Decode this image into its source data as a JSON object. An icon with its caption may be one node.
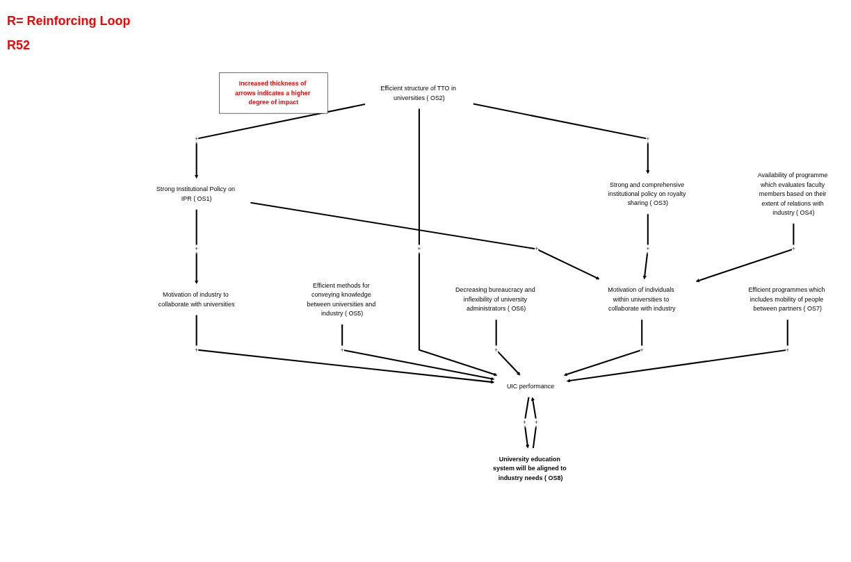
{
  "diagram": {
    "nodes": [
      {
        "text": [
          "Increased thickness of arrows indicates a higher degree of impact"
        ]
      },
      {
        "text": [
          "Motivation of industry to collaborate with universities"
        ]
      },
      {
        "text": [
          "Efficient methods for conveying knowledge between universities and industry ( OS5)"
        ]
      },
      {
        "text": [
          "Strong Institutional Policy on IPR ( OS1)"
        ]
      },
      {
        "text": [
          "UIC performance"
        ]
      },
      {
        "text": [
          "Efficient structure of TTO in universities ( OS2)"
        ]
      },
      {
        "text": [
          "Strong and comprehensive institutional policy on royalty sharing ( OS3)"
        ]
      },
      {
        "text": [
          "Decreasing bureaucracy and inflexibility of university administrators ( OS6)"
        ]
      },
      {
        "text": [
          "Motivation of individuals within universities to collaborate with industry"
        ]
      },
      {
        "text": [
          "Availability of programme which evaluates faculty members based on their extent of relations with industry ( OS4)"
        ]
      },
      {
        "text": [
          "Efficient programmes which includes mobility of people between partners ( OS7)"
        ]
      },
      {
        "text": [
          "University education system will be aligned to industry needs ( OS8)"
        ]
      }
    ],
    "edges": [
      {
        "from": 5,
        "to": 6,
        "arrow": "to",
        "label": "+"
      },
      {
        "from": 5,
        "to": 3,
        "arrow": "to",
        "label": "+"
      },
      {
        "from": 3,
        "to": 1,
        "arrow": "to",
        "label": "+"
      },
      {
        "from": 1,
        "to": 4,
        "arrow": "to",
        "label": "+"
      },
      {
        "from": 2,
        "to": 4,
        "arrow": "to",
        "label": "+"
      },
      {
        "from": 5,
        "to": 4,
        "arrow": "to",
        "label": "+"
      },
      {
        "from": 7,
        "to": 4,
        "arrow": "to",
        "label": "+"
      },
      {
        "from": 3,
        "to": 8,
        "arrow": "to",
        "label": "+"
      },
      {
        "from": 6,
        "to": 8,
        "arrow": "to",
        "label": "+"
      },
      {
        "from": 8,
        "to": 4,
        "arrow": "to",
        "label": "+"
      },
      {
        "from": 9,
        "to": 8,
        "arrow": "to",
        "label": "+"
      },
      {
        "from": 10,
        "to": 4,
        "arrow": "to",
        "label": "+"
      },
      {
        "from": 4,
        "to": 11,
        "arrow": "to",
        "label": "+"
      },
      {
        "from": 11,
        "to": 4,
        "arrow": "to",
        "label": "+"
      }
    ],
    "labels": [
      "R= Reinforcing Loop",
      "R52"
    ]
  }
}
